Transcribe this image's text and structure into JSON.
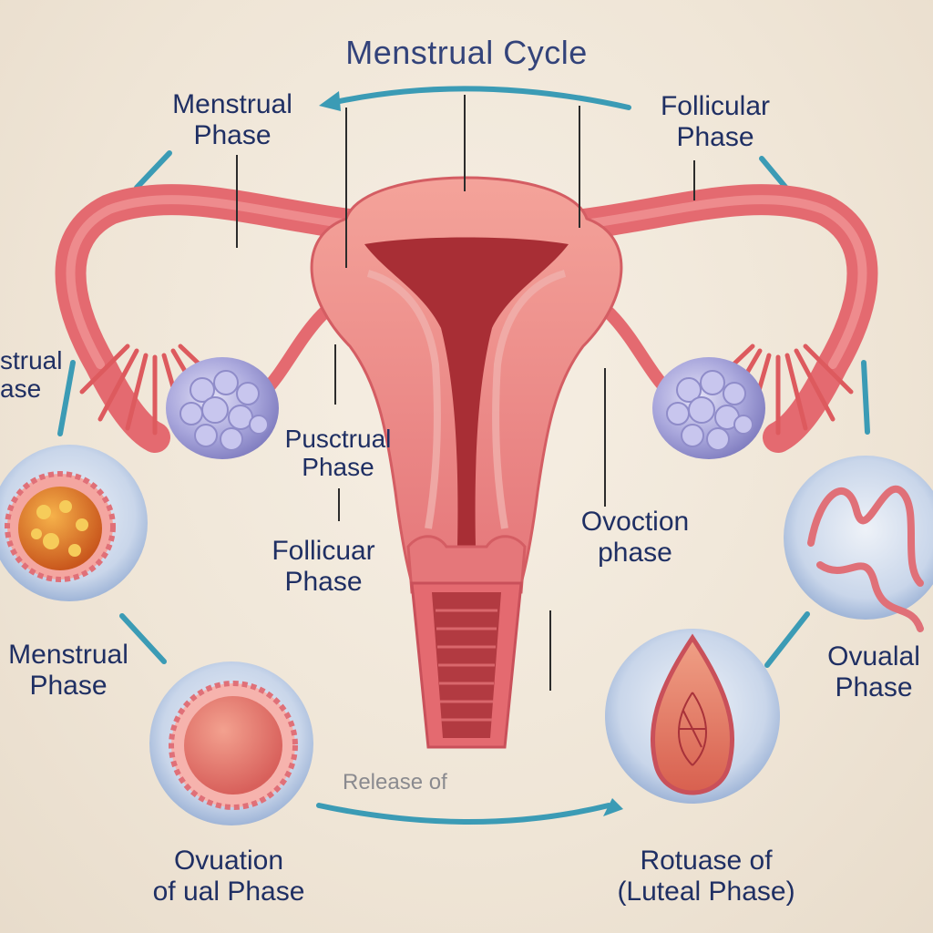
{
  "title": "Menstrual Cycle",
  "labels": {
    "top_left": [
      "Menstrual",
      "Phase"
    ],
    "top_right": [
      "Follicular",
      "Phase"
    ],
    "left_edge": [
      "strual",
      "ase"
    ],
    "center": [
      "Pusctrual",
      "Phase"
    ],
    "center_left": [
      "Follicuar",
      "Phase"
    ],
    "center_right": [
      "Ovoction",
      "phase"
    ],
    "left_circle": [
      "Menstrual",
      "Phase"
    ],
    "right_circle": [
      "Ovualal",
      "Phase"
    ],
    "bottom_middle": "Release of",
    "bottom_left": [
      "Ovuation",
      "of ual Phase"
    ],
    "bottom_right": [
      "Rotuase of",
      "(Luteal Phase)"
    ]
  },
  "colors": {
    "uterus": "#e9787a",
    "uterus_dark": "#a82e35",
    "ovary": "#a9a7dc",
    "arrow": "#3b9bb5",
    "text": "#1f2f63"
  }
}
